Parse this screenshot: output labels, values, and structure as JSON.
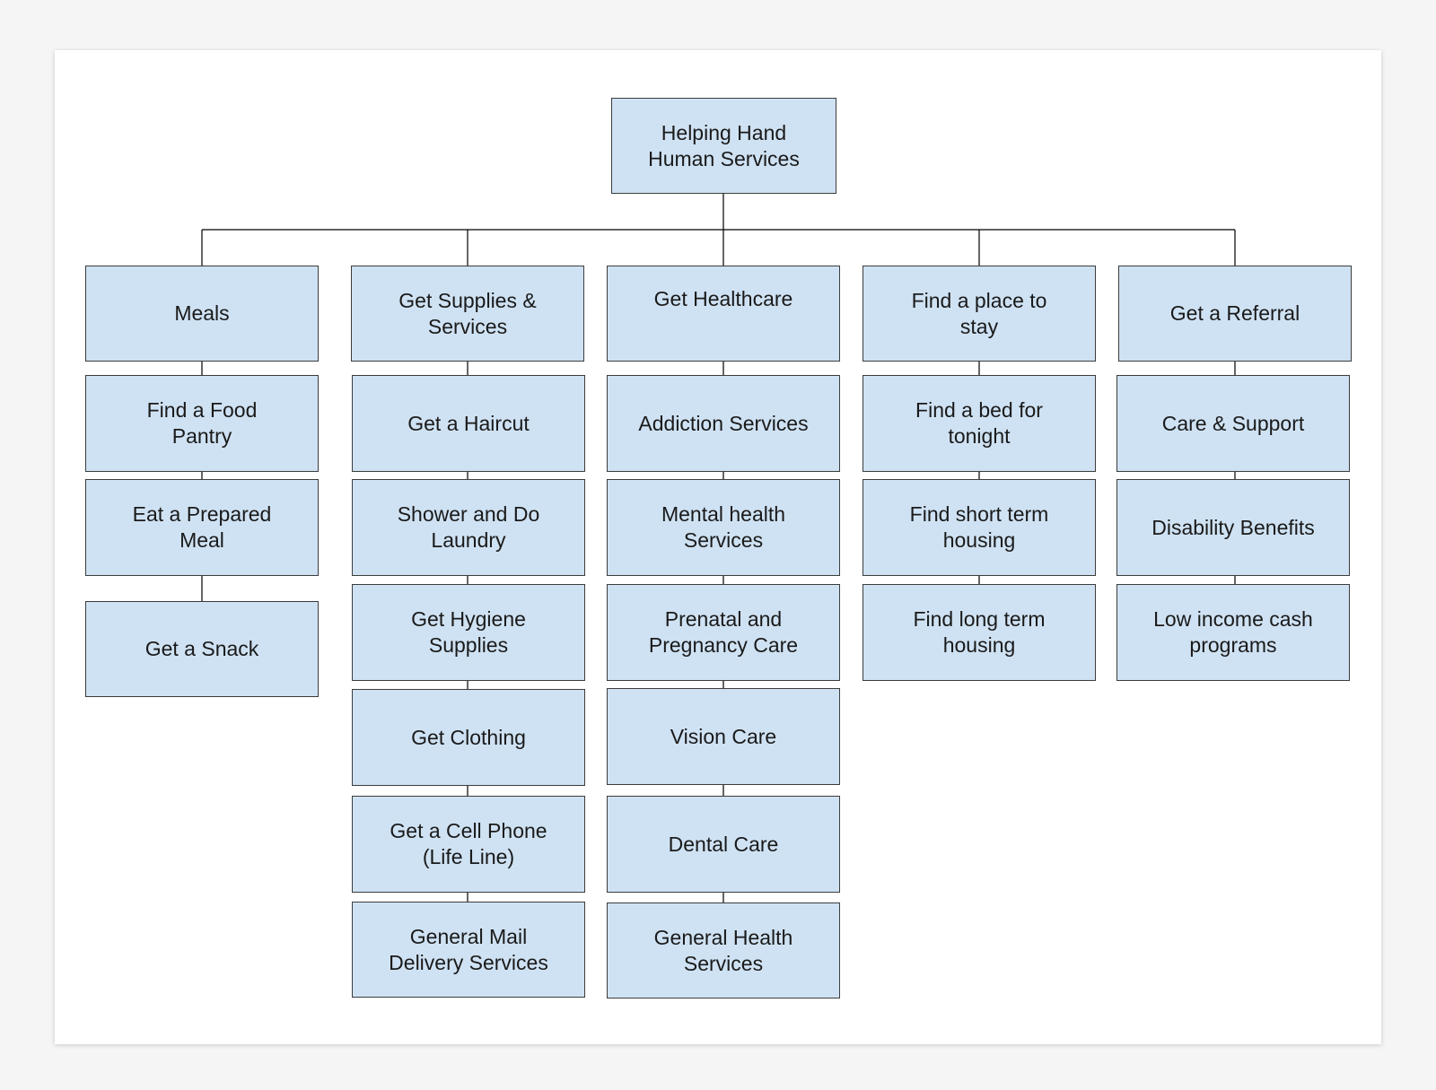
{
  "diagram": {
    "colors": {
      "node_fill": "#cfe2f3",
      "node_border": "#3c3c3c",
      "connector": "#000000"
    },
    "root": {
      "line1": "Helping Hand",
      "line2": "Human Services"
    },
    "columns": [
      {
        "category": {
          "line1": "Meals",
          "line2": ""
        },
        "items": [
          {
            "line1": "Find a Food",
            "line2": "Pantry"
          },
          {
            "line1": "Eat a Prepared",
            "line2": "Meal"
          },
          {
            "line1": "Get a Snack",
            "line2": ""
          }
        ]
      },
      {
        "category": {
          "line1": "Get Supplies &",
          "line2": "Services"
        },
        "items": [
          {
            "line1": "Get a Haircut",
            "line2": ""
          },
          {
            "line1": "Shower and Do",
            "line2": "Laundry"
          },
          {
            "line1": "Get Hygiene",
            "line2": "Supplies"
          },
          {
            "line1": "Get Clothing",
            "line2": ""
          },
          {
            "line1": "Get a Cell Phone",
            "line2": "(Life Line)"
          },
          {
            "line1": "General Mail",
            "line2": "Delivery Services"
          }
        ]
      },
      {
        "category": {
          "line1": "Get Healthcare",
          "line2": ""
        },
        "items": [
          {
            "line1": "Addiction Services",
            "line2": ""
          },
          {
            "line1": "Mental health",
            "line2": "Services"
          },
          {
            "line1": "Prenatal and",
            "line2": "Pregnancy Care"
          },
          {
            "line1": "Vision Care",
            "line2": ""
          },
          {
            "line1": "Dental Care",
            "line2": ""
          },
          {
            "line1": "General Health",
            "line2": "Services"
          }
        ]
      },
      {
        "category": {
          "line1": "Find a place to",
          "line2": "stay"
        },
        "items": [
          {
            "line1": "Find a bed for",
            "line2": "tonight"
          },
          {
            "line1": "Find short term",
            "line2": "housing"
          },
          {
            "line1": "Find long term",
            "line2": "housing"
          }
        ]
      },
      {
        "category": {
          "line1": "Get a Referral",
          "line2": ""
        },
        "items": [
          {
            "line1": "Care & Support",
            "line2": ""
          },
          {
            "line1": "Disability Benefits",
            "line2": ""
          },
          {
            "line1": "Low income cash",
            "line2": "programs"
          }
        ]
      }
    ]
  }
}
